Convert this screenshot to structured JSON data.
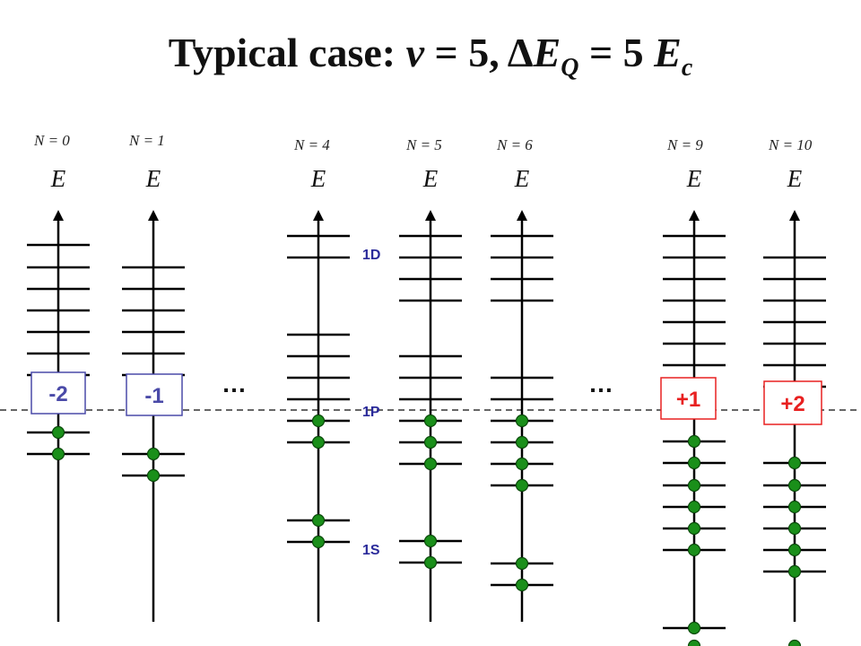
{
  "title": {
    "prefix": "Typical case: ",
    "nu": "ν",
    "mid": " = 5, Δ",
    "E": "E",
    "sub_Q": "Q",
    "tail": " = 5 ",
    "E2": "E",
    "sub_c": "c"
  },
  "energy_label": "E",
  "ellipsis": "…",
  "shells": [
    "1D",
    "1P",
    "1S"
  ],
  "colors": {
    "line": "#000000",
    "dot": "#1a8f1a",
    "dot_stroke": "#0b4a0b",
    "fermi": "#333333",
    "box_neg": "#4a4aa8",
    "box_pos": "#e82020"
  },
  "columns": [
    {
      "n_label": "N = 0",
      "box": "-2",
      "box_sign": "neg"
    },
    {
      "n_label": "N = 1",
      "box": "-1",
      "box_sign": "neg"
    },
    {
      "n_label": "N = 4",
      "box": "",
      "box_sign": ""
    },
    {
      "n_label": "N = 5",
      "box": "",
      "box_sign": ""
    },
    {
      "n_label": "N = 6",
      "box": "",
      "box_sign": ""
    },
    {
      "n_label": "N = 9",
      "box": "+1",
      "box_sign": "pos"
    },
    {
      "n_label": "N = 10",
      "box": "+2",
      "box_sign": "pos"
    }
  ]
}
